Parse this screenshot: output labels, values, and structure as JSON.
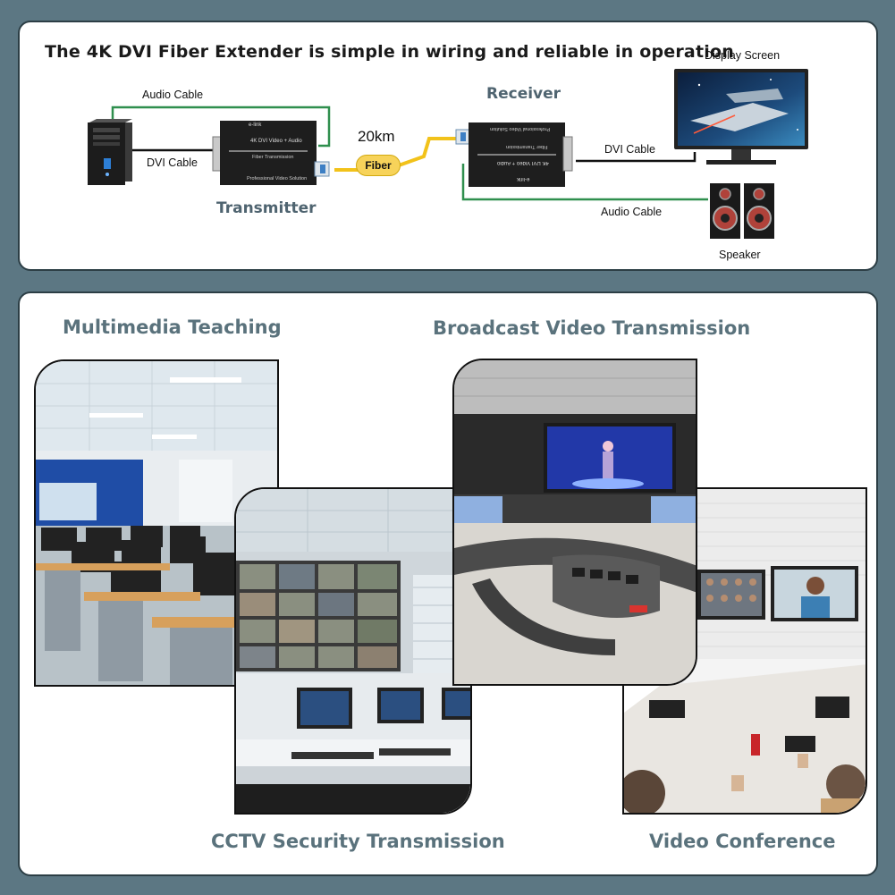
{
  "diagram": {
    "title": "The 4K DVI Fiber Extender is simple in wiring and reliable in operation",
    "labels": {
      "audio_cable_left": "Audio Cable",
      "dvi_cable_left": "DVI Cable",
      "transmitter": "Transmitter",
      "distance": "20km",
      "fiber": "Fiber",
      "receiver": "Receiver",
      "display_screen": "Display Screen",
      "dvi_cable_right": "DVI Cable",
      "audio_cable_right": "Audio Cable",
      "speaker": "Speaker"
    },
    "device_text": {
      "brand": "e-link",
      "model": "4K DVI Video + Audio",
      "line": "Fiber Transmission",
      "footer": "Professional Video Solution"
    },
    "colors": {
      "audio_cable": "#2f8f4e",
      "fiber": "#f2c21a",
      "dvi_cable": "#111111"
    }
  },
  "scenes": {
    "multimedia_teaching": "Multimedia Teaching",
    "broadcast": "Broadcast Video Transmission",
    "cctv": "CCTV Security Transmission",
    "video_conference": "Video Conference"
  }
}
